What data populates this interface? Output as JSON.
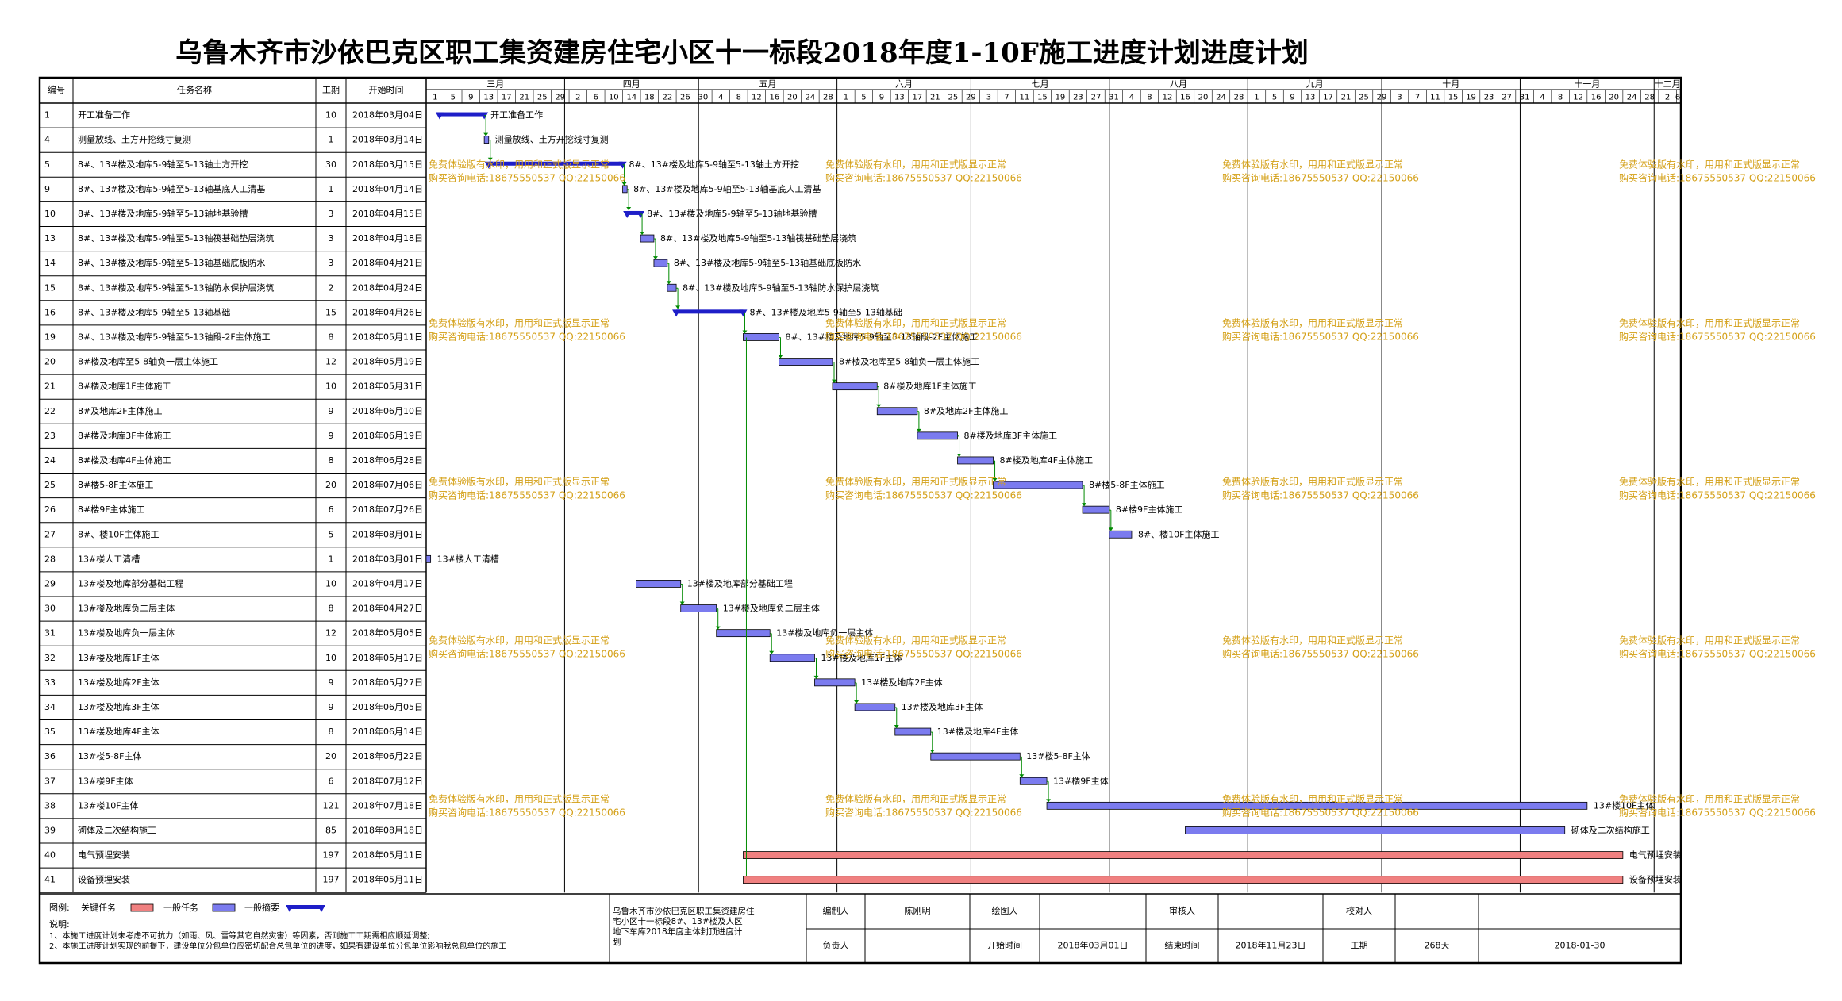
{
  "title": "乌鲁木齐市沙依巴克区职工集资建房住宅小区十一标段2018年度1-10F施工进度计划进度计划",
  "table_headers": {
    "id": "编号",
    "name": "任务名称",
    "duration": "工期",
    "start": "开始时间"
  },
  "timeline": {
    "months": [
      "三月",
      "四月",
      "五月",
      "六月",
      "七月",
      "八月",
      "九月",
      "十月",
      "十一月",
      "十二月"
    ],
    "day_ticks": [
      [
        "1",
        "5",
        "9",
        "13",
        "17",
        "21",
        "25",
        "29"
      ],
      [
        "2",
        "6",
        "10",
        "14",
        "18",
        "22",
        "26",
        "30"
      ],
      [
        "4",
        "8",
        "12",
        "16",
        "20",
        "24",
        "28"
      ],
      [
        "1",
        "5",
        "9",
        "13",
        "17",
        "21",
        "25",
        "29"
      ],
      [
        "3",
        "7",
        "11",
        "15",
        "19",
        "23",
        "27",
        "31"
      ],
      [
        "4",
        "8",
        "12",
        "16",
        "20",
        "24",
        "28"
      ],
      [
        "1",
        "5",
        "9",
        "13",
        "17",
        "21",
        "25",
        "29"
      ],
      [
        "3",
        "7",
        "11",
        "15",
        "19",
        "23",
        "27",
        "31"
      ],
      [
        "4",
        "8",
        "12",
        "16",
        "20",
        "24",
        "28"
      ],
      [
        "2",
        "6"
      ]
    ]
  },
  "chart_data": {
    "type": "gantt",
    "title": "乌鲁木齐市沙依巴克区职工集资建房住宅小区十一标段2018年度1-10F施工进度计划进度计划",
    "x_range": [
      "2018-03-01",
      "2018-12-07"
    ],
    "tasks": [
      {
        "id": "1",
        "name": "开工准备工作",
        "duration": "10",
        "start": "2018年03月04日",
        "label": "开工准备工作",
        "kind": "summary"
      },
      {
        "id": "4",
        "name": "测量放线、土方开挖线寸复测",
        "duration": "1",
        "start": "2018年03月14日",
        "label": "测量放线、土方开挖线寸复测",
        "kind": "normal"
      },
      {
        "id": "5",
        "name": "8#、13#楼及地库5-9轴至5-13轴土方开挖",
        "duration": "30",
        "start": "2018年03月15日",
        "label": "8#、13#楼及地库5-9轴至5-13轴土方开挖",
        "kind": "summary"
      },
      {
        "id": "9",
        "name": "8#、13#楼及地库5-9轴至5-13轴基底人工清基",
        "duration": "1",
        "start": "2018年04月14日",
        "label": "8#、13#楼及地库5-9轴至5-13轴基底人工清基",
        "kind": "normal"
      },
      {
        "id": "10",
        "name": "8#、13#楼及地库5-9轴至5-13轴地基验槽",
        "duration": "3",
        "start": "2018年04月15日",
        "label": "8#、13#楼及地库5-9轴至5-13轴地基验槽",
        "kind": "summary"
      },
      {
        "id": "13",
        "name": "8#、13#楼及地库5-9轴至5-13轴筏基础垫层浇筑",
        "duration": "3",
        "start": "2018年04月18日",
        "label": "8#、13#楼及地库5-9轴至5-13轴筏基础垫层浇筑",
        "kind": "normal"
      },
      {
        "id": "14",
        "name": "8#、13#楼及地库5-9轴至5-13轴基础底板防水",
        "duration": "3",
        "start": "2018年04月21日",
        "label": "8#、13#楼及地库5-9轴至5-13轴基础底板防水",
        "kind": "normal"
      },
      {
        "id": "15",
        "name": "8#、13#楼及地库5-9轴至5-13轴防水保护层浇筑",
        "duration": "2",
        "start": "2018年04月24日",
        "label": "8#、13#楼及地库5-9轴至5-13轴防水保护层浇筑",
        "kind": "normal"
      },
      {
        "id": "16",
        "name": "8#、13#楼及地库5-9轴至5-13轴基础",
        "duration": "15",
        "start": "2018年04月26日",
        "label": "8#、13#楼及地库5-9轴至5-13轴基础",
        "kind": "summary"
      },
      {
        "id": "19",
        "name": "8#、13#楼及地库5-9轴至5-13轴段-2F主体施工",
        "duration": "8",
        "start": "2018年05月11日",
        "label": "8#、13#楼及地库5-9轴至5-13轴段-2F主体施工",
        "kind": "normal"
      },
      {
        "id": "20",
        "name": "8#楼及地库至5-8轴负一层主体施工",
        "duration": "12",
        "start": "2018年05月19日",
        "label": "8#楼及地库至5-8轴负一层主体施工",
        "kind": "normal"
      },
      {
        "id": "21",
        "name": "8#楼及地库1F主体施工",
        "duration": "10",
        "start": "2018年05月31日",
        "label": "8#楼及地库1F主体施工",
        "kind": "normal"
      },
      {
        "id": "22",
        "name": "8#及地库2F主体施工",
        "duration": "9",
        "start": "2018年06月10日",
        "label": "8#及地库2F主体施工",
        "kind": "normal"
      },
      {
        "id": "23",
        "name": "8#楼及地库3F主体施工",
        "duration": "9",
        "start": "2018年06月19日",
        "label": "8#楼及地库3F主体施工",
        "kind": "normal"
      },
      {
        "id": "24",
        "name": "8#楼及地库4F主体施工",
        "duration": "8",
        "start": "2018年06月28日",
        "label": "8#楼及地库4F主体施工",
        "kind": "normal"
      },
      {
        "id": "25",
        "name": "8#楼5-8F主体施工",
        "duration": "20",
        "start": "2018年07月06日",
        "label": "8#楼5-8F主体施工",
        "kind": "normal"
      },
      {
        "id": "26",
        "name": "8#楼9F主体施工",
        "duration": "6",
        "start": "2018年07月26日",
        "label": "8#楼9F主体施工",
        "kind": "normal"
      },
      {
        "id": "27",
        "name": "8#、楼10F主体施工",
        "duration": "5",
        "start": "2018年08月01日",
        "label": "8#、楼10F主体施工",
        "kind": "normal"
      },
      {
        "id": "28",
        "name": "13#楼人工清槽",
        "duration": "1",
        "start": "2018年03月01日",
        "label": "13#楼人工清槽",
        "kind": "normal"
      },
      {
        "id": "29",
        "name": "13#楼及地库部分基础工程",
        "duration": "10",
        "start": "2018年04月17日",
        "label": "13#楼及地库部分基础工程",
        "kind": "normal"
      },
      {
        "id": "30",
        "name": "13#楼及地库负二层主体",
        "duration": "8",
        "start": "2018年04月27日",
        "label": "13#楼及地库负二层主体",
        "kind": "normal"
      },
      {
        "id": "31",
        "name": "13#楼及地库负一层主体",
        "duration": "12",
        "start": "2018年05月05日",
        "label": "13#楼及地库负一层主体",
        "kind": "normal"
      },
      {
        "id": "32",
        "name": "13#楼及地库1F主体",
        "duration": "10",
        "start": "2018年05月17日",
        "label": "13#楼及地库1F主体",
        "kind": "normal"
      },
      {
        "id": "33",
        "name": "13#楼及地库2F主体",
        "duration": "9",
        "start": "2018年05月27日",
        "label": "13#楼及地库2F主体",
        "kind": "normal"
      },
      {
        "id": "34",
        "name": "13#楼及地库3F主体",
        "duration": "9",
        "start": "2018年06月05日",
        "label": "13#楼及地库3F主体",
        "kind": "normal"
      },
      {
        "id": "35",
        "name": "13#楼及地库4F主体",
        "duration": "8",
        "start": "2018年06月14日",
        "label": "13#楼及地库4F主体",
        "kind": "normal"
      },
      {
        "id": "36",
        "name": "13#楼5-8F主体",
        "duration": "20",
        "start": "2018年06月22日",
        "label": "13#楼5-8F主体",
        "kind": "normal"
      },
      {
        "id": "37",
        "name": "13#楼9F主体",
        "duration": "6",
        "start": "2018年07月12日",
        "label": "13#楼9F主体",
        "kind": "normal"
      },
      {
        "id": "38",
        "name": "13#楼10F主体",
        "duration": "121",
        "start": "2018年07月18日",
        "label": "13#楼10F主体",
        "kind": "normal"
      },
      {
        "id": "39",
        "name": "砌体及二次结构施工",
        "duration": "85",
        "start": "2018年08月18日",
        "label": "砌体及二次结构施工",
        "kind": "normal"
      },
      {
        "id": "40",
        "name": "电气预埋安装",
        "duration": "197",
        "start": "2018年05月11日",
        "label": "电气预埋安装",
        "kind": "critical"
      },
      {
        "id": "41",
        "name": "设备预埋安装",
        "duration": "197",
        "start": "2018年05月11日",
        "label": "设备预埋安装",
        "kind": "critical"
      }
    ]
  },
  "watermark": {
    "line1": "免费体验版有水印，用用和正式版显示正常",
    "line2": "购买咨询电话:18675550537 QQ:22150066"
  },
  "legend": {
    "label": "图例:",
    "critical": "关键任务",
    "normal": "一般任务",
    "summary": "一般摘要"
  },
  "notes": {
    "label": "说明:",
    "line1": "1、本施工进度计划未考虑不可抗力（如雨、风、雪等其它自然灾害）等因素，否则施工工期需相应顺延调整;",
    "line2": "2、本施工进度计划实现的前提下，建设单位分包单位应密切配合总包单位的进度，如果有建设单位分包单位影响我总包单位的施工"
  },
  "footer": {
    "project_text": "乌鲁木齐市沙依巴克区职工集资建房住宅小区十一标段8#、13#楼及人区地下车库2018年度主体封顶进度计划",
    "compiler_label": "编制人",
    "compiler": "陈刚明",
    "drawer_label": "绘图人",
    "drawer": "",
    "reviewer_label": "审核人",
    "reviewer": "",
    "checker_label": "校对人",
    "checker": "",
    "owner_label": "负责人",
    "owner": "",
    "start_label": "开始时间",
    "start": "2018年03月01日",
    "end_label": "结束时间",
    "end": "2018年11月23日",
    "duration_label": "工期",
    "duration": "268天",
    "date": "2018-01-30"
  },
  "colors": {
    "critical": "#f08080",
    "normal": "#7b7bef",
    "summary": "#1e1ec8",
    "link": "#008a00",
    "watermark": "#d4a017"
  }
}
